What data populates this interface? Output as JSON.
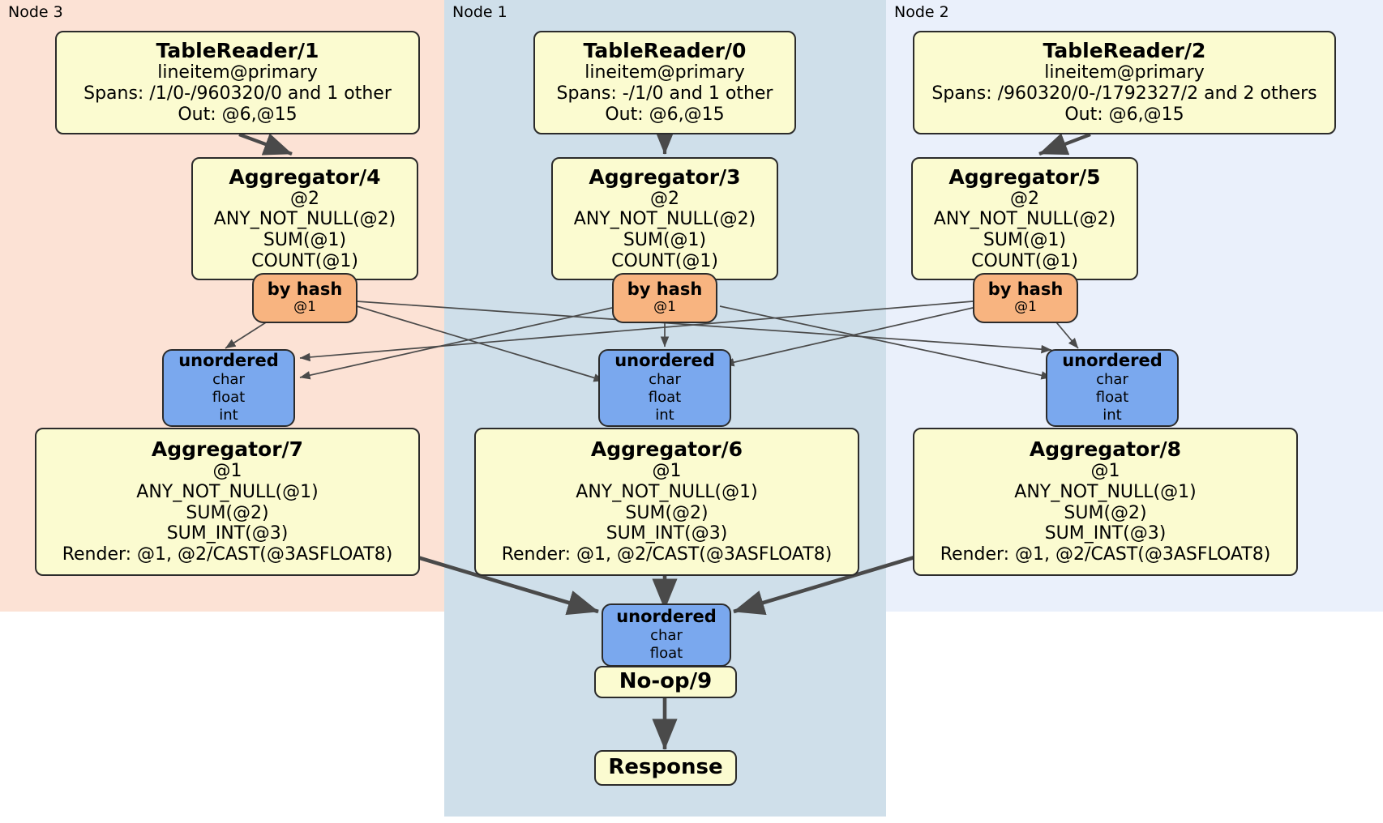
{
  "diagram": {
    "kind": "distributed-query-execution-plan",
    "colors": {
      "node3_panel": "#fce2d5",
      "node1_panel": "#cfdfea",
      "node2_panel": "#eaf0fb",
      "processor_box": "#fbfbd0",
      "router_box": "#f8b480",
      "synchronizer_box": "#7aa8ee",
      "box_border": "#2b2b2b",
      "edge": "#4a4a4a"
    }
  },
  "nodes": [
    {
      "id": "node3",
      "label": "Node 3"
    },
    {
      "id": "node1",
      "label": "Node 1"
    },
    {
      "id": "node2",
      "label": "Node 2"
    }
  ],
  "processors": {
    "tablereader1": {
      "title": "TableReader/1",
      "lines": [
        "lineitem@primary",
        "Spans: /1/0-/960320/0 and 1 other",
        "Out: @6,@15"
      ]
    },
    "tablereader0": {
      "title": "TableReader/0",
      "lines": [
        "lineitem@primary",
        "Spans: -/1/0 and 1 other",
        "Out: @6,@15"
      ]
    },
    "tablereader2": {
      "title": "TableReader/2",
      "lines": [
        "lineitem@primary",
        "Spans: /960320/0-/1792327/2 and 2 others",
        "Out: @6,@15"
      ]
    },
    "aggregator4": {
      "title": "Aggregator/4",
      "lines": [
        "@2",
        "ANY_NOT_NULL(@2)",
        "SUM(@1)",
        "COUNT(@1)"
      ]
    },
    "aggregator3": {
      "title": "Aggregator/3",
      "lines": [
        "@2",
        "ANY_NOT_NULL(@2)",
        "SUM(@1)",
        "COUNT(@1)"
      ]
    },
    "aggregator5": {
      "title": "Aggregator/5",
      "lines": [
        "@2",
        "ANY_NOT_NULL(@2)",
        "SUM(@1)",
        "COUNT(@1)"
      ]
    },
    "aggregator7": {
      "title": "Aggregator/7",
      "lines": [
        "@1",
        "ANY_NOT_NULL(@1)",
        "SUM(@2)",
        "SUM_INT(@3)",
        "Render: @1, @2/CAST(@3ASFLOAT8)"
      ]
    },
    "aggregator6": {
      "title": "Aggregator/6",
      "lines": [
        "@1",
        "ANY_NOT_NULL(@1)",
        "SUM(@2)",
        "SUM_INT(@3)",
        "Render: @1, @2/CAST(@3ASFLOAT8)"
      ]
    },
    "aggregator8": {
      "title": "Aggregator/8",
      "lines": [
        "@1",
        "ANY_NOT_NULL(@1)",
        "SUM(@2)",
        "SUM_INT(@3)",
        "Render: @1, @2/CAST(@3ASFLOAT8)"
      ]
    },
    "noop9": {
      "title": "No-op/9",
      "lines": []
    },
    "response": {
      "title": "Response",
      "lines": []
    }
  },
  "routers": {
    "byhash_node3": {
      "title": "by hash",
      "lines": [
        "@1"
      ]
    },
    "byhash_node1": {
      "title": "by hash",
      "lines": [
        "@1"
      ]
    },
    "byhash_node2": {
      "title": "by hash",
      "lines": [
        "@1"
      ]
    }
  },
  "synchronizers": {
    "unordered_node3": {
      "title": "unordered",
      "lines": [
        "char",
        "float",
        "int"
      ]
    },
    "unordered_node1": {
      "title": "unordered",
      "lines": [
        "char",
        "float",
        "int"
      ]
    },
    "unordered_node2": {
      "title": "unordered",
      "lines": [
        "char",
        "float",
        "int"
      ]
    },
    "unordered_final": {
      "title": "unordered",
      "lines": [
        "char",
        "float"
      ]
    }
  }
}
